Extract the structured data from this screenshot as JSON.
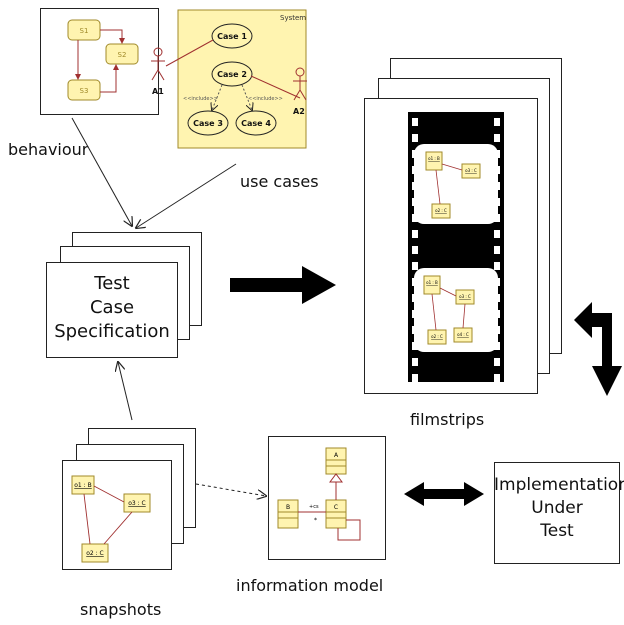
{
  "behaviour": {
    "label": "behaviour",
    "states": [
      "S1",
      "S2",
      "S3"
    ]
  },
  "use_cases": {
    "label": "use cases",
    "system_label": "System",
    "cases": [
      "Case 1",
      "Case 2",
      "Case 3",
      "Case 4"
    ],
    "include_labels": [
      "<<include>>",
      "<<include>>"
    ],
    "actors": [
      "A1",
      "A2"
    ]
  },
  "test_case": {
    "lines": [
      "Test",
      "Case",
      "Specification"
    ]
  },
  "filmstrips": {
    "label": "filmstrips",
    "frame1_objects": [
      "o1 : B",
      "o3 : C",
      "o2 : C"
    ],
    "frame2_objects": [
      "o1 : B",
      "o3 : C",
      "o2 : C",
      "o4 : C"
    ]
  },
  "snapshots": {
    "label": "snapshots",
    "objects": [
      "o1 : B",
      "o3 : C",
      "o2 : C"
    ]
  },
  "information_model": {
    "label": "information model",
    "classes": [
      "A",
      "B",
      "C"
    ],
    "assoc_label": "+cs",
    "assoc_mult": "*"
  },
  "implementation": {
    "lines": [
      "Implementation",
      "Under",
      "Test"
    ]
  },
  "colors": {
    "uml_fill": "#fff4b0",
    "uml_border": "#a08a2a",
    "link": "#a03030"
  }
}
